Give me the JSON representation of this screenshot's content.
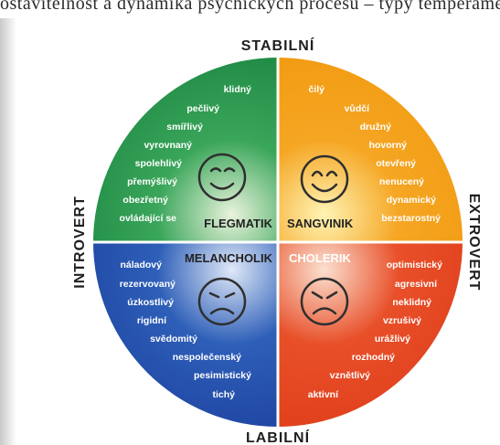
{
  "caption": "ostavitelnost a dynamika psychických procesů – typy temperamentu",
  "axes": {
    "top": "STABILNÍ",
    "bottom": "LABILNÍ",
    "left": "INTROVERT",
    "right": "EXTROVERT"
  },
  "quadrants": {
    "flegmatik": {
      "name": "FLEGMATIK",
      "color": "#3aa65a",
      "face_icon": "calm-smile-face-icon",
      "traits": [
        "klidný",
        "pečlivý",
        "smířlivý",
        "vyrovnaný",
        "spolehlivý",
        "přemýšlivý",
        "obezřetný",
        "ovládající se"
      ]
    },
    "sangvinik": {
      "name": "SANGVINIK",
      "color": "#f5a623",
      "face_icon": "happy-face-icon",
      "traits": [
        "čilý",
        "vůdčí",
        "družný",
        "hovorný",
        "otevřený",
        "nenucený",
        "dynamický",
        "bezstarostný"
      ]
    },
    "melancholik": {
      "name": "MELANCHOLIK",
      "color": "#2e5fb8",
      "face_icon": "sad-face-icon",
      "traits": [
        "náladový",
        "rezervovaný",
        "úzkostlivý",
        "rigidní",
        "svědomitý",
        "nespolečenský",
        "pesimistický",
        "tichý"
      ]
    },
    "cholerik": {
      "name": "CHOLERIK",
      "color": "#e8502a",
      "face_icon": "angry-face-icon",
      "traits": [
        "optimistický",
        "agresivní",
        "neklidný",
        "vzrušivý",
        "urážlivý",
        "rozhodný",
        "vznětlivý",
        "aktivní"
      ]
    }
  }
}
